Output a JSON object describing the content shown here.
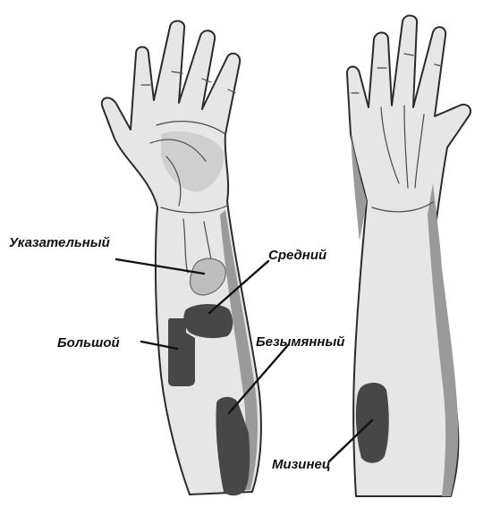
{
  "labels": {
    "index": "Указательный",
    "middle": "Средний",
    "thumb": "Большой",
    "ring": "Безымянный",
    "little": "Мизинец"
  },
  "colors": {
    "skin": "#e6e6e6",
    "shadow": "#9a9a9a",
    "outline": "#2b2b2b",
    "region_dark": "#474747",
    "region_light": "#bdbdbd",
    "text": "#111111"
  }
}
